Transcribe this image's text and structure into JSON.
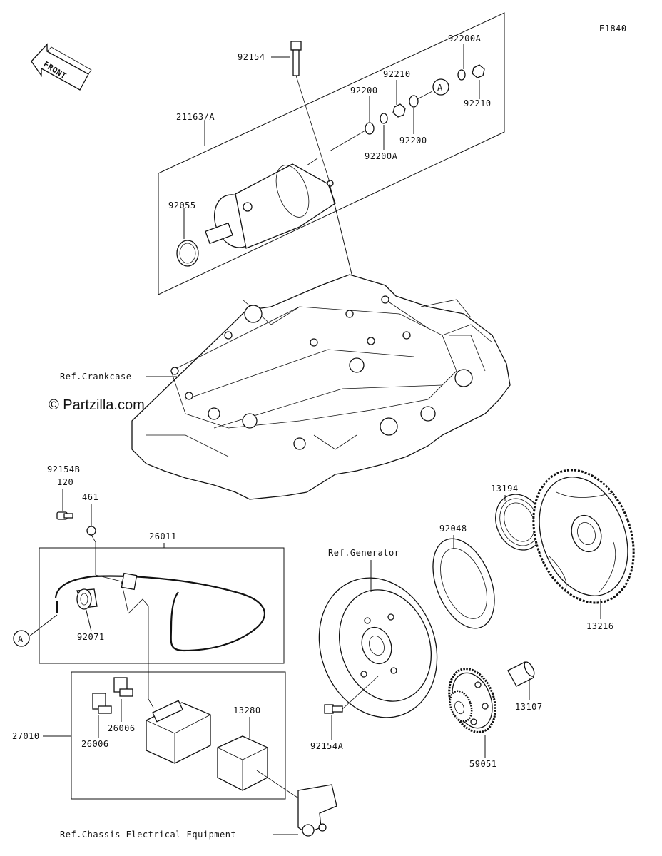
{
  "diagram_code": "E1840",
  "front_label": "FRONT",
  "watermark": "© Partzilla.com",
  "refs": {
    "crankcase": "Ref.Crankcase",
    "generator": "Ref.Generator",
    "chassis": "Ref.Chassis Electrical Equipment"
  },
  "callout": "A",
  "parts": {
    "p92154": "92154",
    "p92200A_top": "92200A",
    "p92210_mid": "92210",
    "p92200_left": "92200",
    "p92210_right": "92210",
    "p21163A": "21163/A",
    "p92200_mid": "92200",
    "p92200A_mid": "92200A",
    "p92055": "92055",
    "p92154B": "92154B",
    "p120": "120",
    "p461": "461",
    "p26011": "26011",
    "p92071": "92071",
    "p26006_r": "26006",
    "p26006_l": "26006",
    "p27010": "27010",
    "p13280": "13280",
    "p92048": "92048",
    "p13194": "13194",
    "p13216": "13216",
    "p13107": "13107",
    "p92154A": "92154A",
    "p59051": "59051"
  }
}
